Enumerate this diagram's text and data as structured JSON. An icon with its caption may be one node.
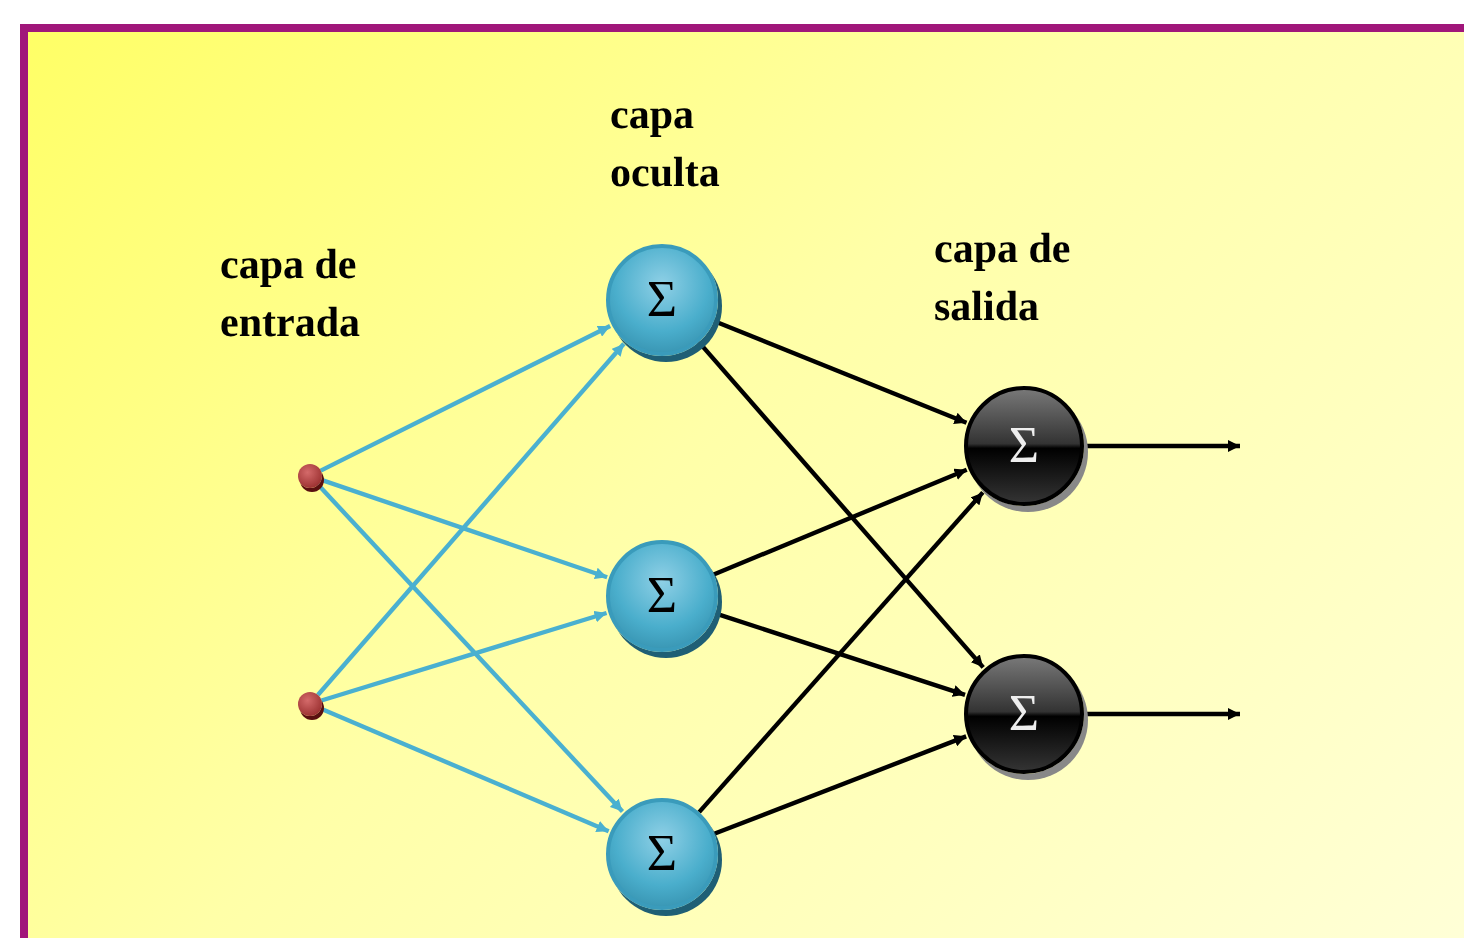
{
  "diagram": {
    "nodes": [
      {
        "text": [],
        "shape": "circle"
      },
      {
        "text": [],
        "shape": "circle"
      },
      {
        "text": [
          "Σ"
        ]
      },
      {
        "text": [
          "Σ"
        ]
      },
      {
        "text": [
          "Σ"
        ]
      },
      {
        "text": [
          "Σ"
        ]
      },
      {
        "text": [
          "Σ"
        ]
      }
    ],
    "edges": [
      {
        "from": 0,
        "to": 2,
        "arrow": "to",
        "color": "#4ab0d0"
      },
      {
        "from": 0,
        "to": 3,
        "arrow": "to",
        "color": "#4ab0d0"
      },
      {
        "from": 0,
        "to": 4,
        "arrow": "to",
        "color": "#4ab0d0"
      },
      {
        "from": 1,
        "to": 2,
        "arrow": "to",
        "color": "#4ab0d0"
      },
      {
        "from": 1,
        "to": 3,
        "arrow": "to",
        "color": "#4ab0d0"
      },
      {
        "from": 1,
        "to": 4,
        "arrow": "to",
        "color": "#4ab0d0"
      },
      {
        "from": 2,
        "to": 5,
        "arrow": "to"
      },
      {
        "from": 2,
        "to": 6,
        "arrow": "to"
      },
      {
        "from": 3,
        "to": 5,
        "arrow": "to"
      },
      {
        "from": 3,
        "to": 6,
        "arrow": "to"
      },
      {
        "from": 4,
        "to": 5,
        "arrow": "to"
      },
      {
        "from": 4,
        "to": 6,
        "arrow": "to"
      },
      {
        "from": 5,
        "to": null,
        "arrow": "to"
      },
      {
        "from": 6,
        "to": null,
        "arrow": "to"
      }
    ],
    "labels": [
      "capa oculta",
      "capa de entrada",
      "capa de salida"
    ]
  }
}
